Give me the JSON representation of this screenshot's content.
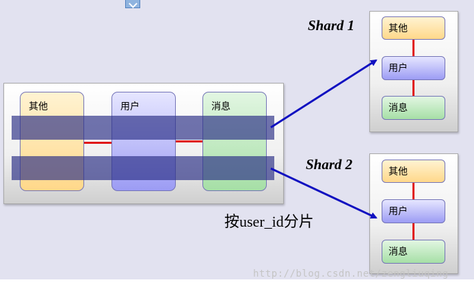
{
  "tables": {
    "other": "其他",
    "user": "用户",
    "message": "消息"
  },
  "shards": [
    {
      "label": "Shard 1"
    },
    {
      "label": "Shard 2"
    }
  ],
  "caption": "按user_id分片",
  "watermark": "http://blog.csdn.net/zengliuqing",
  "colors": {
    "link_line": "#e01515",
    "arrow": "#1010c0",
    "band": "#2d3287",
    "other_fill": "#ffd88a",
    "user_fill": "#9c9cf4",
    "message_fill": "#a6dfa6"
  }
}
